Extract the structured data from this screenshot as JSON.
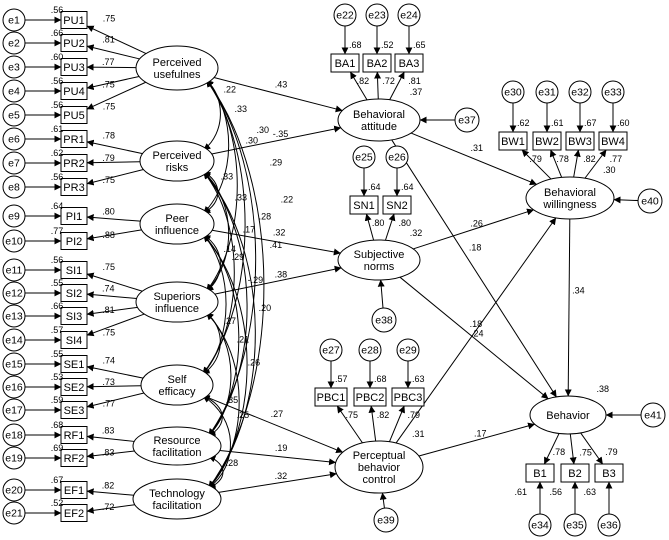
{
  "latent": [
    {
      "id": "PU",
      "lines": [
        "Perceived",
        "usefulnes"
      ]
    },
    {
      "id": "PR",
      "lines": [
        "Perceived",
        "risks"
      ]
    },
    {
      "id": "PI",
      "lines": [
        "Peer",
        "influence"
      ]
    },
    {
      "id": "SI",
      "lines": [
        "Superiors",
        "influence"
      ]
    },
    {
      "id": "SE",
      "lines": [
        "Self",
        "efficacy"
      ]
    },
    {
      "id": "RF",
      "lines": [
        "Resource",
        "facilitation"
      ]
    },
    {
      "id": "TF",
      "lines": [
        "Technology",
        "facilitation"
      ]
    },
    {
      "id": "BA",
      "lines": [
        "Behavioral",
        "attitude"
      ]
    },
    {
      "id": "SN",
      "lines": [
        "Subjective",
        "norms"
      ]
    },
    {
      "id": "PBC",
      "lines": [
        "Perceptual",
        "behavior",
        "control"
      ]
    },
    {
      "id": "BW",
      "lines": [
        "Behavioral",
        "willingness"
      ]
    },
    {
      "id": "B",
      "lines": [
        "Behavior"
      ]
    }
  ],
  "indicators": [
    {
      "name": "PU1",
      "factor": "PU",
      "error": "e1",
      "r2": ".56",
      "loading": ".75"
    },
    {
      "name": "PU2",
      "factor": "PU",
      "error": "e2",
      "r2": ".66",
      "loading": ".81"
    },
    {
      "name": "PU3",
      "factor": "PU",
      "error": "e3",
      "r2": ".60",
      "loading": ".77"
    },
    {
      "name": "PU4",
      "factor": "PU",
      "error": "e4",
      "r2": ".56",
      "loading": ".75"
    },
    {
      "name": "PU5",
      "factor": "PU",
      "error": "e5",
      "r2": ".56",
      "loading": ".75"
    },
    {
      "name": "PR1",
      "factor": "PR",
      "error": "e6",
      "r2": ".61",
      "loading": ".78"
    },
    {
      "name": "PR2",
      "factor": "PR",
      "error": "e7",
      "r2": ".62",
      "loading": ".79"
    },
    {
      "name": "PR3",
      "factor": "PR",
      "error": "e8",
      "r2": ".56",
      "loading": ".75"
    },
    {
      "name": "PI1",
      "factor": "PI",
      "error": "e9",
      "r2": ".64",
      "loading": ".80"
    },
    {
      "name": "PI2",
      "factor": "PI",
      "error": "e10",
      "r2": ".77",
      "loading": ".88"
    },
    {
      "name": "SI1",
      "factor": "SI",
      "error": "e11",
      "r2": ".56",
      "loading": ".75"
    },
    {
      "name": "SI2",
      "factor": "SI",
      "error": "e12",
      "r2": ".55",
      "loading": ".74"
    },
    {
      "name": "SI3",
      "factor": "SI",
      "error": "e13",
      "r2": ".66",
      "loading": ".81"
    },
    {
      "name": "SI4",
      "factor": "SI",
      "error": "e14",
      "r2": ".57",
      "loading": ".75"
    },
    {
      "name": "SE1",
      "factor": "SE",
      "error": "e15",
      "r2": ".55",
      "loading": ".74"
    },
    {
      "name": "SE2",
      "factor": "SE",
      "error": "e16",
      "r2": ".53",
      "loading": ".73"
    },
    {
      "name": "SE3",
      "factor": "SE",
      "error": "e17",
      "r2": ".59",
      "loading": ".77"
    },
    {
      "name": "RF1",
      "factor": "RF",
      "error": "e18",
      "r2": ".68",
      "loading": ".83"
    },
    {
      "name": "RF2",
      "factor": "RF",
      "error": "e19",
      "r2": ".69",
      "loading": ".83"
    },
    {
      "name": "EF1",
      "factor": "TF",
      "error": "e20",
      "r2": ".67",
      "loading": ".82"
    },
    {
      "name": "EF2",
      "factor": "TF",
      "error": "e21",
      "r2": ".52",
      "loading": ".72"
    },
    {
      "name": "BA1",
      "factor": "BA",
      "error": "e22",
      "r2": ".68",
      "loading": ".82"
    },
    {
      "name": "BA2",
      "factor": "BA",
      "error": "e23",
      "r2": ".52",
      "loading": ".72"
    },
    {
      "name": "BA3",
      "factor": "BA",
      "error": "e24",
      "r2": ".65",
      "loading": ".81"
    },
    {
      "name": "SN1",
      "factor": "SN",
      "error": "e25",
      "r2": ".64",
      "loading": ".80"
    },
    {
      "name": "SN2",
      "factor": "SN",
      "error": "e26",
      "r2": ".64",
      "loading": ".80"
    },
    {
      "name": "PBC1",
      "factor": "PBC",
      "error": "e27",
      "r2": ".57",
      "loading": ".75"
    },
    {
      "name": "PBC2",
      "factor": "PBC",
      "error": "e28",
      "r2": ".68",
      "loading": ".82"
    },
    {
      "name": "PBC3",
      "factor": "PBC",
      "error": "e29",
      "r2": ".63",
      "loading": ".79"
    },
    {
      "name": "BW1",
      "factor": "BW",
      "error": "e30",
      "r2": ".62",
      "loading": ".79"
    },
    {
      "name": "BW2",
      "factor": "BW",
      "error": "e31",
      "r2": ".61",
      "loading": ".78"
    },
    {
      "name": "BW3",
      "factor": "BW",
      "error": "e32",
      "r2": ".67",
      "loading": ".82"
    },
    {
      "name": "BW4",
      "factor": "BW",
      "error": "e33",
      "r2": ".60",
      "loading": ".77"
    },
    {
      "name": "B1",
      "factor": "B",
      "error": "e34",
      "r2": ".61",
      "loading": ".78"
    },
    {
      "name": "B2",
      "factor": "B",
      "error": "e35",
      "r2": ".56",
      "loading": ".75"
    },
    {
      "name": "B3",
      "factor": "B",
      "error": "e36",
      "r2": ".63",
      "loading": ".79"
    }
  ],
  "disturbances": [
    {
      "name": "e37",
      "target": "BA",
      "r2": ".37"
    },
    {
      "name": "e38",
      "target": "SN",
      "r2": ".32"
    },
    {
      "name": "e39",
      "target": "PBC",
      "r2": ".31"
    },
    {
      "name": "e40",
      "target": "BW",
      "r2": ".30"
    },
    {
      "name": "e41",
      "target": "B",
      "r2": ".38"
    }
  ],
  "paths": [
    {
      "from": "PU",
      "to": "BA",
      "coef": ".43"
    },
    {
      "from": "PR",
      "to": "BA",
      "coef": "-.35"
    },
    {
      "from": "PI",
      "to": "SN",
      "coef": ".32"
    },
    {
      "from": "SI",
      "to": "SN",
      "coef": ".38"
    },
    {
      "from": "SE",
      "to": "PBC",
      "coef": ".27"
    },
    {
      "from": "RF",
      "to": "PBC",
      "coef": ".19"
    },
    {
      "from": "TF",
      "to": "PBC",
      "coef": ".32"
    },
    {
      "from": "BA",
      "to": "BW",
      "coef": ".31"
    },
    {
      "from": "BA",
      "to": "B",
      "coef": ".18"
    },
    {
      "from": "SN",
      "to": "BW",
      "coef": ".26"
    },
    {
      "from": "SN",
      "to": "B",
      "coef": ".18"
    },
    {
      "from": "PBC",
      "to": "BW",
      "coef": ".24"
    },
    {
      "from": "PBC",
      "to": "B",
      "coef": ".17"
    },
    {
      "from": "BW",
      "to": "B",
      "coef": ".34"
    }
  ],
  "correlation_labels": [
    ".22",
    ".33",
    ".30",
    ".30",
    ".29",
    ".22",
    ".33",
    ".33",
    ".17",
    ".28",
    ".41",
    ".14",
    ".29",
    "-.29",
    ".20",
    ".27",
    ".21",
    ".26",
    ".35",
    ".25",
    ".28"
  ]
}
